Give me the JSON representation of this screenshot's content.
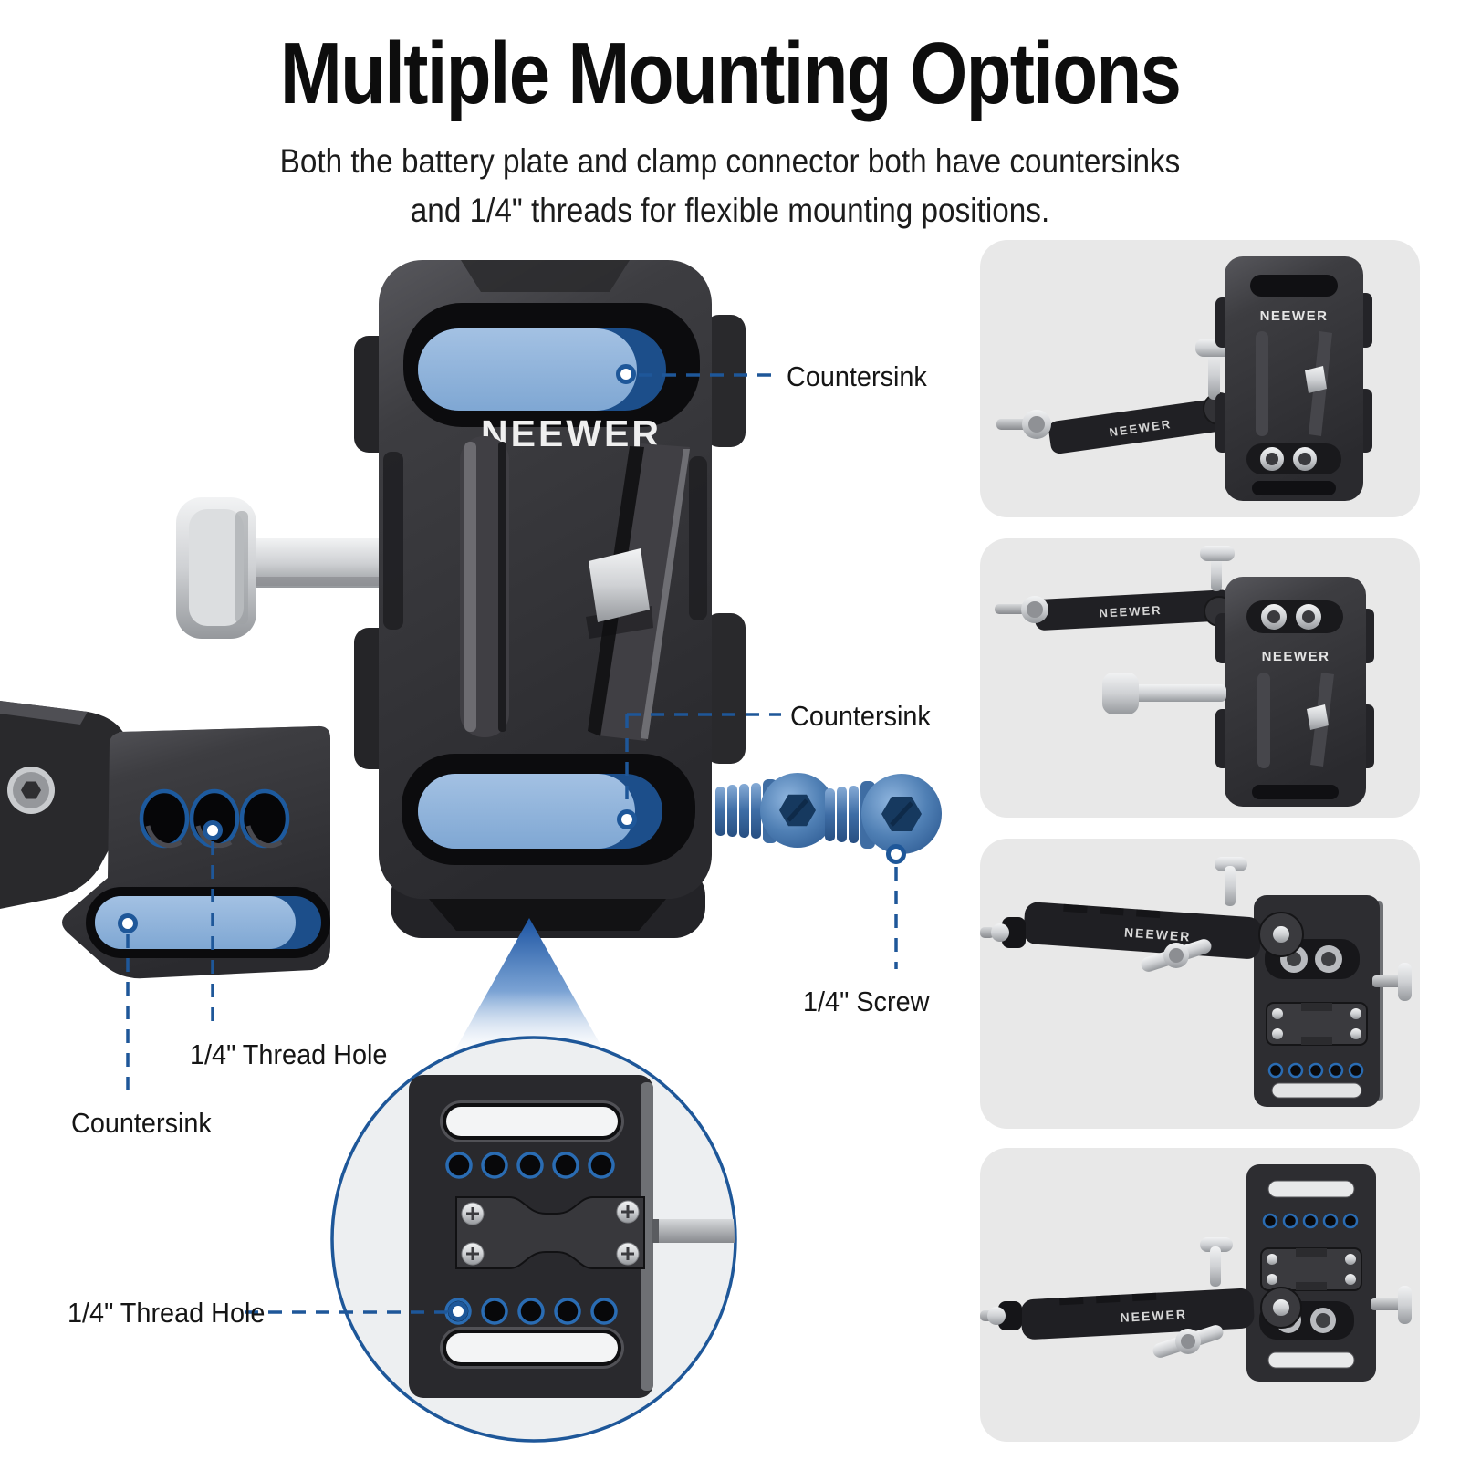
{
  "header": {
    "title": "Multiple Mounting Options",
    "subtitle_line1": "Both the battery plate and clamp connector both have countersinks",
    "subtitle_line2": "and 1/4\" threads for flexible mounting positions."
  },
  "brand": {
    "logo_text": "NEEWER"
  },
  "callouts": {
    "countersink_top": "Countersink",
    "countersink_mid": "Countersink",
    "quarter_screw": "1/4\" Screw",
    "thread_hole_left": "1/4\" Thread Hole",
    "countersink_left": "Countersink",
    "thread_hole_bottom": "1/4\" Thread Hole"
  },
  "colors": {
    "accent_blue": "#1e5799",
    "slot_blue_light": "#93b7dd",
    "slot_blue_dark": "#1c4e8a",
    "plate_dark": "#2f2f33",
    "card_background": "#e8e8e8",
    "label_text": "#151515"
  }
}
